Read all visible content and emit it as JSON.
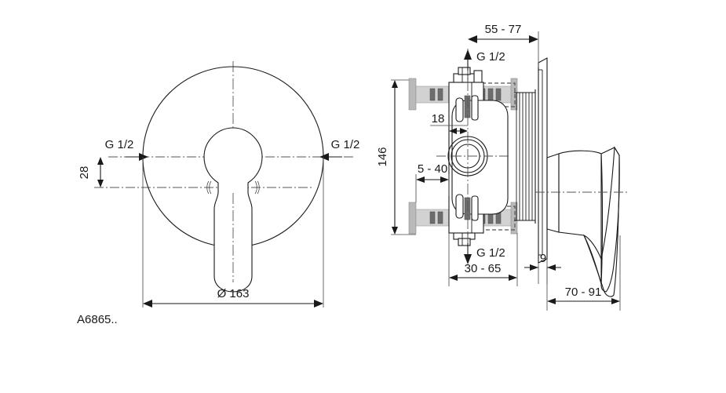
{
  "drawing": {
    "product_code": "A6865..",
    "front_view": {
      "diameter_label": "Ø 163",
      "offset_label": "28",
      "inlet_left_label": "G 1/2",
      "inlet_right_label": "G 1/2"
    },
    "side_view": {
      "depth_top_label": "55 - 77",
      "height_label": "146",
      "offset_18_label": "18",
      "range_5_40_label": "5 - 40",
      "range_30_65_label": "30 - 65",
      "plate_thickness_label": "9",
      "projection_label": "70 - 91",
      "inlet_top_label": "G 1/2",
      "inlet_bottom_label": "G 1/2"
    },
    "colors": {
      "line": "#1a1a1a",
      "center_line": "#555555",
      "shade_light": "#b9b9b9",
      "shade_mid": "#9a9a9a",
      "shade_dark": "#6d6d6d",
      "background": "#ffffff"
    }
  }
}
